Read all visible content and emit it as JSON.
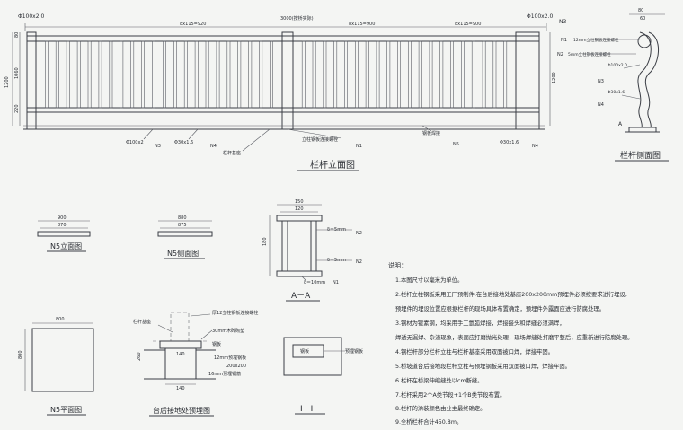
{
  "elevation": {
    "title": "栏杆立面图",
    "dims": {
      "height": "1200",
      "top_rail_left": "Φ100x2.0",
      "top_rail_right": "Φ100x2.0",
      "span_left": "8x115=920",
      "span_center": "3000(按桥实际)",
      "span_mid": "8x115=900",
      "span_right": "8x115=900",
      "v1": "80",
      "v2": "1060",
      "v3": "220",
      "v4": "1200"
    },
    "labels": {
      "n3_top": "N3",
      "base_pipe": "Φ100x2",
      "n3_bottom": "N3",
      "bar_size": "Φ30x1.6",
      "n4": "N4",
      "post_label": "栏杆基座",
      "plate_label": "立柱钢板连接螺栓",
      "n1": "N1",
      "weld_label": "钢板焊接",
      "n5": "N5",
      "bar_size_r": "Φ30x1.6",
      "n4_r": "N4"
    }
  },
  "side_view": {
    "title": "栏杆侧面图",
    "dims": {
      "width": "80",
      "sub": "60"
    },
    "labels": {
      "l1": "12mm立柱钢板连接螺栓",
      "l2": "5mm立柱钢板连接螺栓",
      "l3": "Φ100x2.0",
      "l4": "Φ30x1.6",
      "n1": "N1",
      "n2": "N2",
      "n3": "N3",
      "n4": "N4",
      "a_mark": "A"
    }
  },
  "n5_elevation": {
    "title": "N5立面图",
    "dims": [
      "900",
      "870"
    ]
  },
  "n5_side": {
    "title": "N5侧面图",
    "dims": [
      "880",
      "875"
    ]
  },
  "section_aa": {
    "title": "A－A",
    "dims": {
      "top": "150",
      "inner": "120",
      "height": "180"
    },
    "labels": {
      "d1": "δ＝5mm",
      "d2": "δ＝5mm",
      "d3": "δ＝10mm",
      "n2a": "N2",
      "n2b": "N2",
      "n1": "N1"
    }
  },
  "n5_plan": {
    "title": "N5平面图",
    "dims": {
      "w": "800",
      "h": "800"
    }
  },
  "embed": {
    "title": "台后接地处预埋图",
    "labels": {
      "l1": "厚12立柱钢板连接螺栓",
      "l2": "30mm木砖砌垫",
      "l3": "栏杆基座",
      "l4": "钢板",
      "l5": "12mm预埋钢板",
      "l6": "16mm预埋钢筋"
    },
    "dims": {
      "d1": "200x200",
      "d2": "140",
      "d3": "140",
      "d4": "260"
    }
  },
  "section_ii": {
    "title": "I－I",
    "labels": {
      "l1": "钢板",
      "l2": "预埋钢板"
    }
  },
  "notes": {
    "heading": "说明：",
    "items": [
      "1.本图尺寸以毫米为单位。",
      "2.栏杆立柱钢板采用工厂预制件,在台后接地处基座200x200mm预埋件必须按要求进行埋设,",
      "   预埋件的埋设位置应根据栏杆的现场具体布置确定，预埋件外露面应进行防腐处理。",
      "3.钢材为镀素钢，均采用手工氩弧焊接，焊接接头和焊缝必须满焊，",
      "   焊透无漏焊、杂渣现象，表面应打磨抛光处理，现场焊缝处打磨平整后，应重新进行防腐处理。",
      "4.钢栏杆部分栏杆立柱与栏杆基座采用双面被口焊，焊接牢固。",
      "5.桥坡道台后接地段栏杆立柱与预埋钢板采用双面被口焊，焊接牢固。",
      "6.栏杆在桥梁伸缩缝处以cm断缝。",
      "7.栏杆采用2个A类节段+1个B类节段布置。",
      "8.栏杆的涂装颜色由业主最终确定。",
      "9.全桥栏杆合计450.8m。"
    ]
  }
}
